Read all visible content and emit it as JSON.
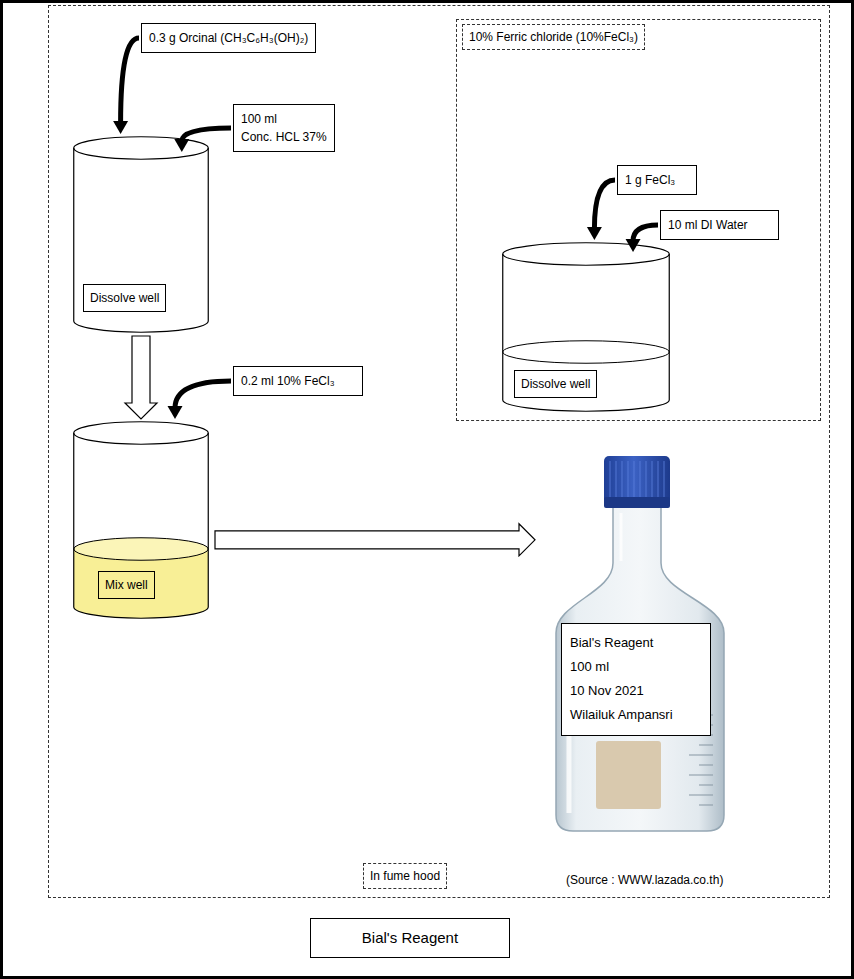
{
  "diagram": {
    "nodes": [
      {
        "text": [
          "In fume hood"
        ]
      },
      {
        "text": [
          "0.3 g Orcinal (CH₃C₆H₃(OH)₂)"
        ],
        "in": 0
      },
      {
        "text": [
          "100 ml",
          "Conc. HCL 37%"
        ],
        "in": 0
      },
      {
        "text": [
          "Dissolve well"
        ],
        "in": 0
      },
      {
        "text": [
          "0.2 ml 10% FeCl₃"
        ],
        "in": 0
      },
      {
        "text": [
          "Mix well"
        ],
        "in": 0
      },
      {
        "text": [
          "10% Ferric chloride (10%FeCl₃)"
        ],
        "in": 0
      },
      {
        "text": [
          "1 g FeCl₃"
        ],
        "in": 6
      },
      {
        "text": [
          "10 ml DI Water"
        ],
        "in": 6
      },
      {
        "text": [
          "Dissolve well"
        ],
        "in": 6
      },
      {
        "text": [
          "Bial's Reagent",
          "100 ml",
          "10 Nov 2021",
          "Wilailuk Ampansri"
        ],
        "in": 0
      },
      {
        "text": [
          "Bial's Reagent"
        ]
      }
    ],
    "edges": [
      {
        "from": 1,
        "to": 3,
        "arrow": "to"
      },
      {
        "from": 2,
        "to": 3,
        "arrow": "to"
      },
      {
        "from": 3,
        "to": 5,
        "arrow": "to"
      },
      {
        "from": 4,
        "to": 5,
        "arrow": "to"
      },
      {
        "from": 5,
        "to": 10,
        "arrow": "to"
      },
      {
        "from": 7,
        "to": 9,
        "arrow": "to"
      },
      {
        "from": 8,
        "to": 9,
        "arrow": "to"
      }
    ],
    "labels": [
      "(Source : WWW.lazada.co.th)"
    ]
  }
}
